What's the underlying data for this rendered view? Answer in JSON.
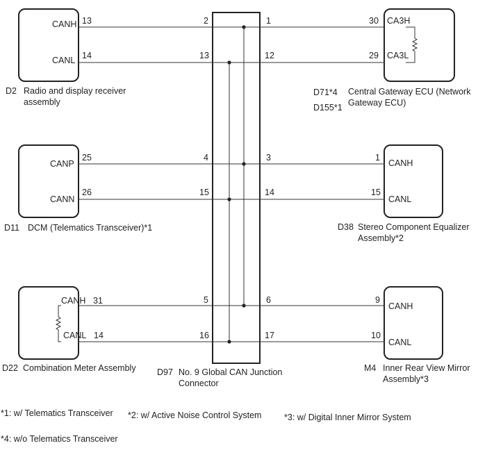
{
  "ecus": {
    "d2": {
      "code": "D2",
      "name_l1": "Radio and display receiver",
      "name_l2": "assembly",
      "signals": [
        "CANH",
        "CANL"
      ],
      "pins": [
        "13",
        "14"
      ]
    },
    "d11": {
      "code": "D11",
      "name_l1": "DCM (Telematics Transceiver)*1",
      "signals": [
        "CANP",
        "CANN"
      ],
      "pins": [
        "25",
        "26"
      ]
    },
    "d22": {
      "code": "D22",
      "name_l1": "Combination Meter Assembly",
      "signals": [
        "CANH",
        "CANL"
      ],
      "pins": [
        "31",
        "14"
      ]
    },
    "gateway": {
      "code1": "D71*4",
      "code2": "D155*1",
      "name_l1": "Central Gateway ECU (Network",
      "name_l2": "Gateway ECU)",
      "signals": [
        "CA3H",
        "CA3L"
      ],
      "pins": [
        "30",
        "29"
      ]
    },
    "d38": {
      "code": "D38",
      "name_l1": "Stereo Component Equalizer",
      "name_l2": "Assembly*2",
      "signals": [
        "CANH",
        "CANL"
      ],
      "pins": [
        "1",
        "15"
      ]
    },
    "m4": {
      "code": "M4",
      "name_l1": "Inner Rear View Mirror",
      "name_l2": "Assembly*3",
      "signals": [
        "CANH",
        "CANL"
      ],
      "pins": [
        "9",
        "10"
      ]
    }
  },
  "junction": {
    "code": "D97",
    "name_l1": "No. 9 Global CAN Junction",
    "name_l2": "Connector",
    "left_pins": [
      "2",
      "13",
      "4",
      "15",
      "5",
      "16"
    ],
    "right_pins": [
      "1",
      "12",
      "3",
      "14",
      "6",
      "17"
    ]
  },
  "notes": [
    "*1: w/ Telematics Transceiver",
    "*2: w/ Active Noise Control System",
    "*3: w/ Digital Inner Mirror System",
    "*4: w/o Telematics Transceiver"
  ],
  "colors": {
    "line": "#222222",
    "background": "#ffffff"
  }
}
